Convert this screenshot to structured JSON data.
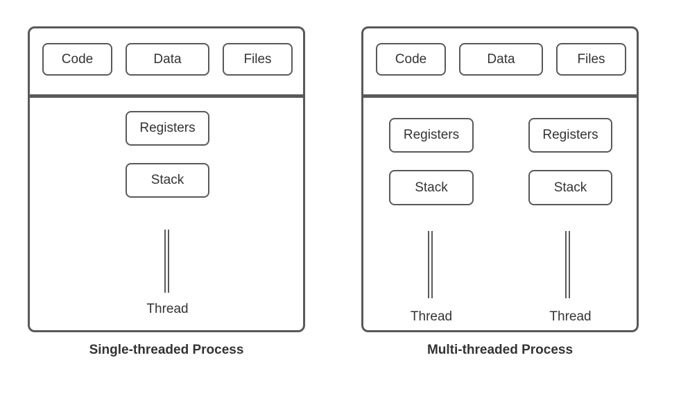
{
  "diagram": {
    "left_panel": {
      "caption": "Single-threaded Process",
      "code_label": "Code",
      "data_label": "Data",
      "files_label": "Files",
      "registers_label": "Registers",
      "stack_label": "Stack",
      "thread_label": "Thread"
    },
    "right_panel": {
      "caption": "Multi-threaded Process",
      "code_label": "Code",
      "data_label": "Data",
      "files_label": "Files",
      "thread1": {
        "registers_label": "Registers",
        "stack_label": "Stack",
        "thread_label": "Thread"
      },
      "thread2": {
        "registers_label": "Registers",
        "stack_label": "Stack",
        "thread_label": "Thread"
      }
    },
    "colors": {
      "line": "#595959",
      "text": "#333333",
      "background": "#ffffff"
    }
  }
}
